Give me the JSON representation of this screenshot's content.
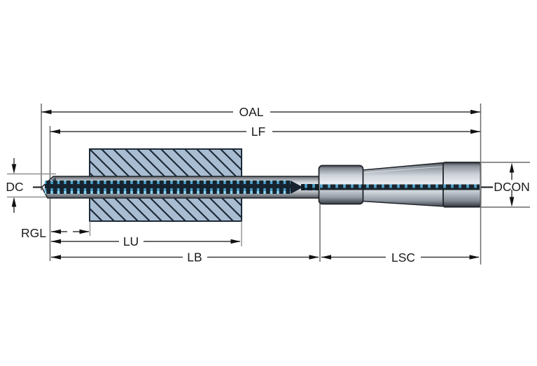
{
  "diagram": {
    "type": "cutting-tool-dimension-drawing",
    "labels": {
      "oal": "OAL",
      "lf": "LF",
      "dc": "DC",
      "dcon": "DCON",
      "rgl": "RGL",
      "lu": "LU",
      "lb": "LB",
      "lsc": "LSC"
    },
    "colors": {
      "background": "#ffffff",
      "line": "#3a3a3a",
      "line_light": "#6a6a6a",
      "arrow": "#111111",
      "label_text": "#1a1a1a",
      "workpiece_fill": "#a9bdd2",
      "hatch_line": "#1d2a38",
      "flute_dark": "#17242f",
      "coolant_cyan": "#4aa3cf",
      "tool_outline": "#22262b"
    }
  }
}
